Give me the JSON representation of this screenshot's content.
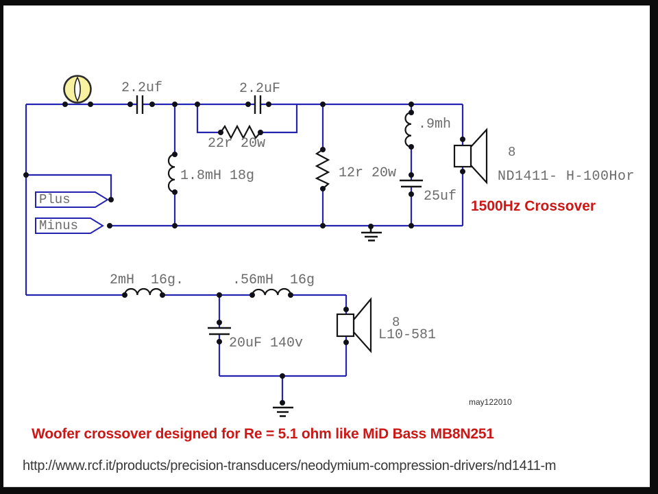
{
  "colors": {
    "wire": "#2323b0",
    "component": "#141414",
    "label_gray": "#6b6b6b",
    "accent_red": "#cc1717",
    "source_fill": "#f7f1a0",
    "slide_bg": "#ffffff",
    "frame_bg": "#0c0c0c"
  },
  "schematic": {
    "hf": {
      "cap_series_1": "2.2uf",
      "cap_series_2": "2.2uF",
      "parallel_resistor": "22r 20w",
      "shunt_inductor": "1.8mH 18g",
      "shunt_resistor": "12r 20w",
      "series_inductor": ".9mh",
      "shunt_capacitor": "25uf",
      "driver_impedance": "8",
      "driver_model": "ND1411- H-100Hor",
      "crossover_note": "1500Hz Crossover"
    },
    "lf": {
      "series_inductor_1": "2mH  16g.",
      "series_inductor_2": ".56mH  16g",
      "shunt_capacitor": "20uF 140v",
      "driver_impedance": "8",
      "driver_model": "L10-581"
    },
    "input": {
      "plus": "Plus",
      "minus": "Minus"
    },
    "date_stamp": "may122010"
  },
  "footer": {
    "design_note": "Woofer crossover designed for Re = 5.1 ohm like MiD Bass MB8N251",
    "source_url": "http://www.rcf.it/products/precision-transducers/neodymium-compression-drivers/nd1411-m"
  }
}
